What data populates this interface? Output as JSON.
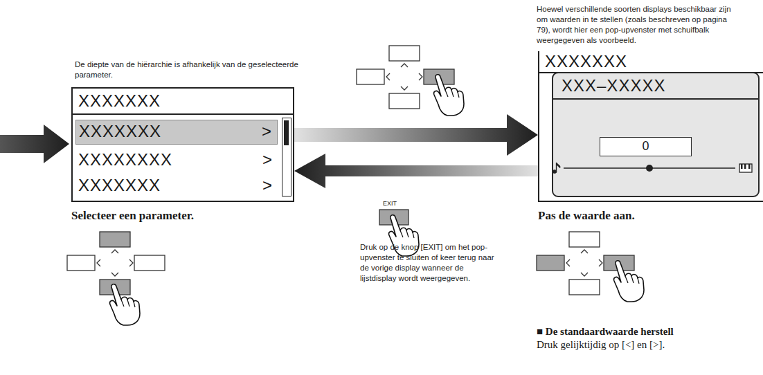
{
  "diagram": {
    "nodes": [
      {
        "text": [
          "XXXXXXX"
        ]
      },
      {
        "text": [
          "XXXXXXX",
          ">"
        ],
        "in": 0
      },
      {
        "text": [
          "XXXXXXXX",
          ">"
        ],
        "in": 0
      },
      {
        "text": [
          "XXXXXXX",
          ">"
        ],
        "in": 0
      },
      {
        "text": [
          "XXXXXXX"
        ]
      },
      {
        "text": [
          "XXX–XXXXX"
        ],
        "in": 4
      },
      {
        "text": [
          "0"
        ],
        "in": 5
      }
    ],
    "edges": [
      {
        "from": 0,
        "to": 4,
        "arrow": "to"
      },
      {
        "from": 4,
        "to": 0,
        "arrow": "to"
      }
    ],
    "labels": [
      "De diepte van de hiërarchie is afhankelijk van de geselecteerde parameter.",
      "Hoewel verschillende soorten displays beschikbaar zijn om waarden in te stellen (zoals beschreven op pagina 79), wordt hier een pop-upvenster met schuifbalk weergegeven als voorbeeld.",
      "Selecteer een parameter.",
      "EXIT",
      "Druk op de knop [EXIT] om het pop-upvenster te sluiten of keer terug naar de vorige display wanneer de lijstdisplay wordt weergegeven.",
      "Pas de waarde aan.",
      "■ De standaardwaarde herstell",
      "Druk gelijktijdig op [<] en [>]."
    ]
  }
}
